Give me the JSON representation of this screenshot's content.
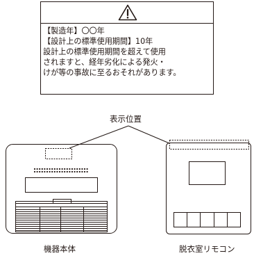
{
  "warning": {
    "icon": "warning-triangle-icon",
    "lines": [
      "【製造年】〇〇年",
      "【設計上の標準使用期間】10年",
      "設計上の標準使用期間を超えて使用",
      "されますと、経年劣化による発火・",
      "けが等の事故に至るおそれがあります。"
    ]
  },
  "callout": {
    "label": "表示位置"
  },
  "devices": {
    "main_unit_label": "機器本体",
    "remote_label": "脱衣室リモコン"
  }
}
